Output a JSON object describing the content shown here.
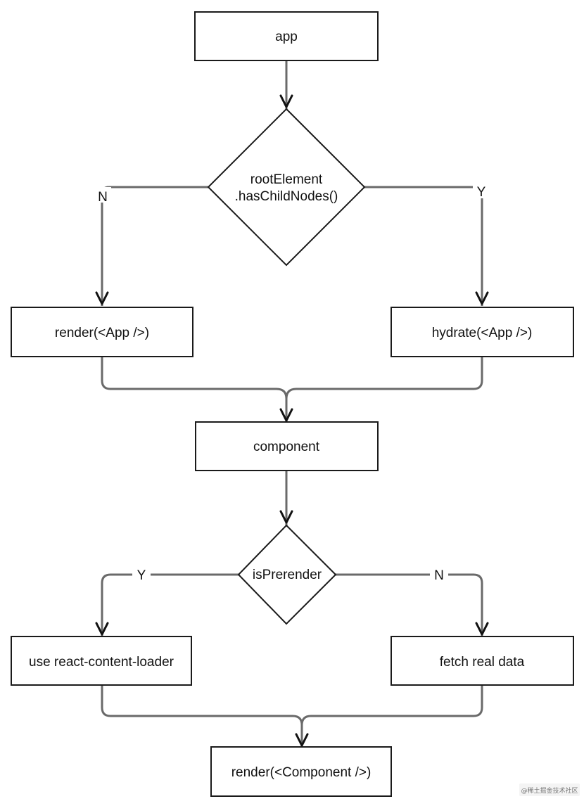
{
  "nodes": {
    "app": "app",
    "root_check_line1": "rootElement",
    "root_check_line2": ".hasChildNodes()",
    "render_app": "render(<App />)",
    "hydrate_app": "hydrate(<App />)",
    "component": "component",
    "is_prerender": "isPrerender",
    "use_loader": "use react-content-loader",
    "fetch_data": "fetch real data",
    "render_component": "render(<Component />)"
  },
  "edge_labels": {
    "root_no": "N",
    "root_yes": "Y",
    "prerender_yes": "Y",
    "prerender_no": "N"
  },
  "watermark": "@稀土掘金技术社区"
}
